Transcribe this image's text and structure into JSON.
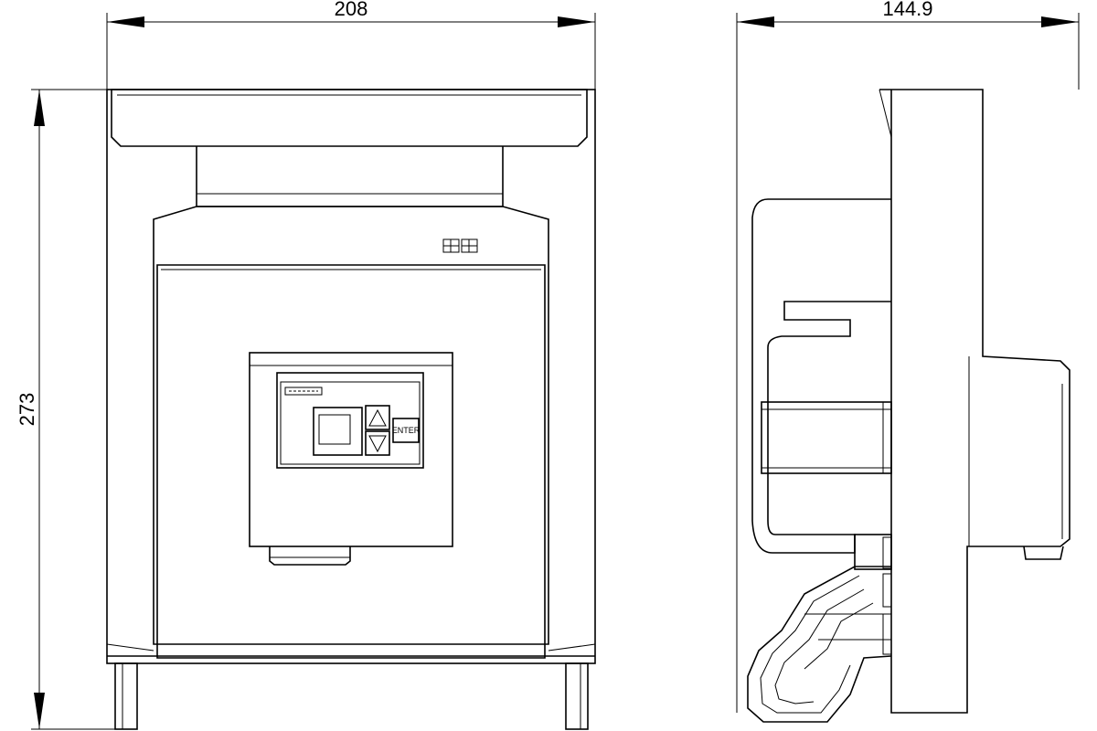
{
  "dimensions": {
    "front_width": "208",
    "side_depth": "144.9",
    "height": "273"
  },
  "keypad": {
    "enter_label": "ENTER",
    "up_icon": "triangle-up-icon",
    "down_icon": "triangle-down-icon"
  }
}
